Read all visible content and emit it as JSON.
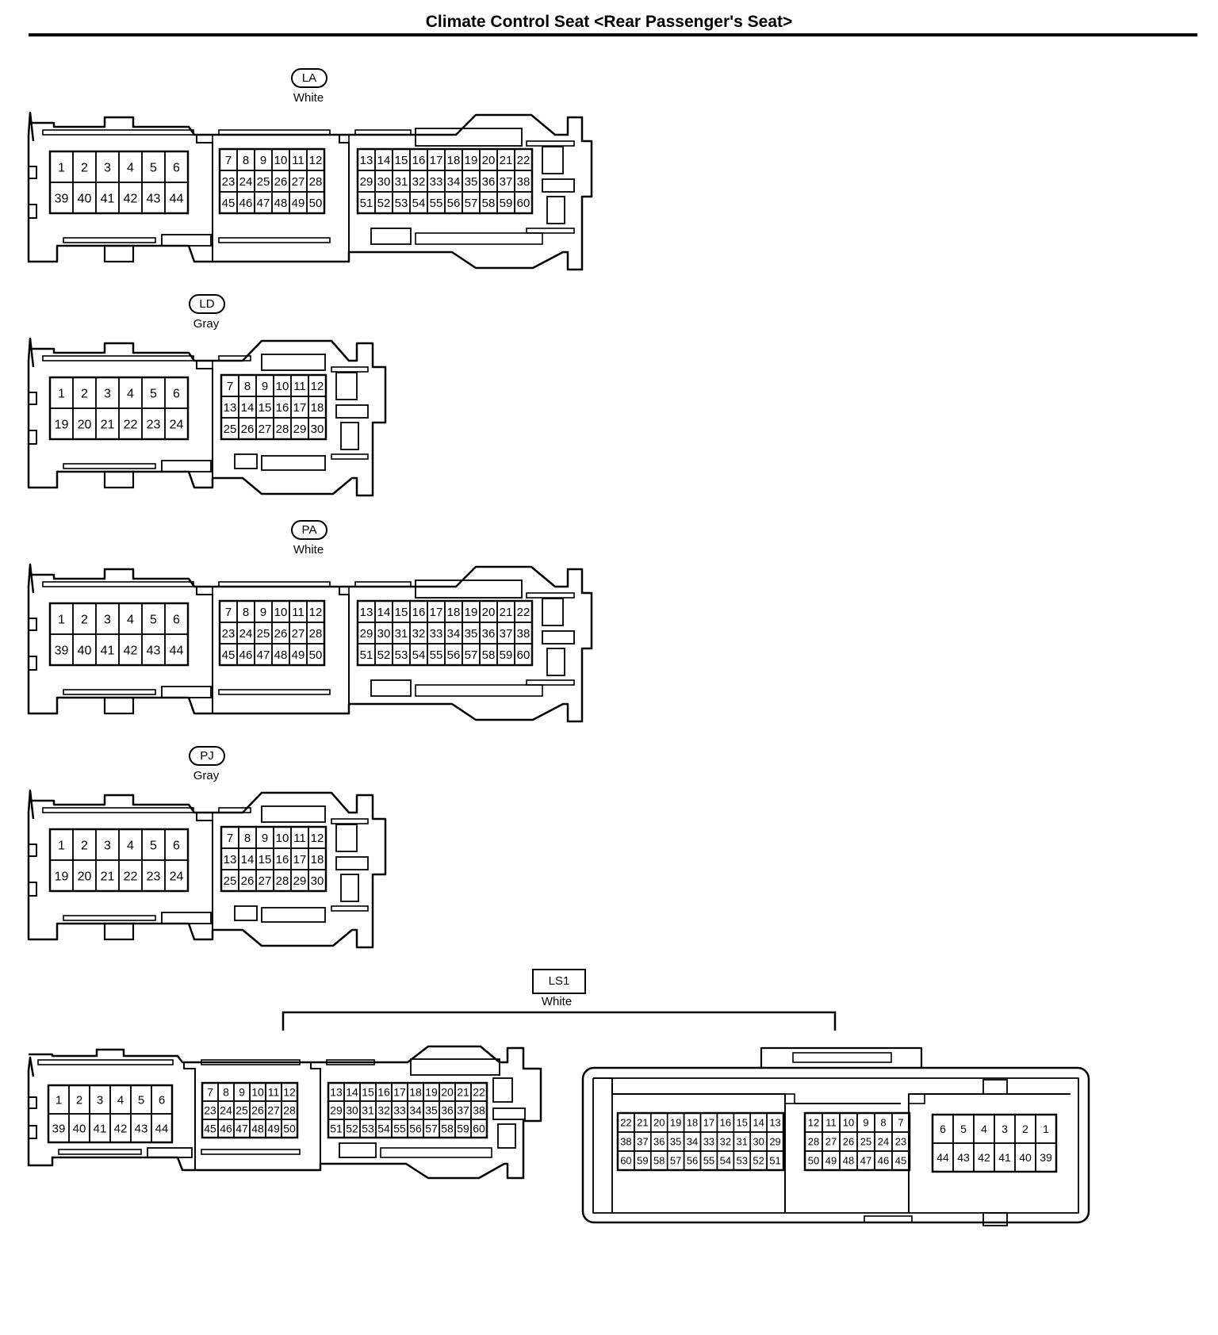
{
  "title": "Climate Control Seat <Rear Passenger's Seat>",
  "connectors": [
    {
      "id": "LA",
      "color": "White"
    },
    {
      "id": "LD",
      "color": "Gray"
    },
    {
      "id": "PA",
      "color": "White"
    },
    {
      "id": "PJ",
      "color": "Gray"
    },
    {
      "id": "LS1",
      "color": "White"
    }
  ],
  "pin_rows": {
    "big": {
      "left": [
        [
          "1",
          "2",
          "3",
          "4",
          "5",
          "6"
        ],
        [
          "39",
          "40",
          "41",
          "42",
          "43",
          "44"
        ]
      ],
      "middle": [
        [
          "7",
          "8",
          "9",
          "10",
          "11",
          "12"
        ],
        [
          "23",
          "24",
          "25",
          "26",
          "27",
          "28"
        ],
        [
          "45",
          "46",
          "47",
          "48",
          "49",
          "50"
        ]
      ],
      "right": [
        [
          "13",
          "14",
          "15",
          "16",
          "17",
          "18",
          "19",
          "20",
          "21",
          "22"
        ],
        [
          "29",
          "30",
          "31",
          "32",
          "33",
          "34",
          "35",
          "36",
          "37",
          "38"
        ],
        [
          "51",
          "52",
          "53",
          "54",
          "55",
          "56",
          "57",
          "58",
          "59",
          "60"
        ]
      ]
    },
    "small": {
      "left": [
        [
          "1",
          "2",
          "3",
          "4",
          "5",
          "6"
        ],
        [
          "19",
          "20",
          "21",
          "22",
          "23",
          "24"
        ]
      ],
      "right": [
        [
          "7",
          "8",
          "9",
          "10",
          "11",
          "12"
        ],
        [
          "13",
          "14",
          "15",
          "16",
          "17",
          "18"
        ],
        [
          "25",
          "26",
          "27",
          "28",
          "29",
          "30"
        ]
      ]
    },
    "mirror": {
      "left": [
        [
          "22",
          "21",
          "20",
          "19",
          "18",
          "17",
          "16",
          "15",
          "14",
          "13"
        ],
        [
          "38",
          "37",
          "36",
          "35",
          "34",
          "33",
          "32",
          "31",
          "30",
          "29"
        ],
        [
          "60",
          "59",
          "58",
          "57",
          "56",
          "55",
          "54",
          "53",
          "52",
          "51"
        ]
      ],
      "middle": [
        [
          "12",
          "11",
          "10",
          "9",
          "8",
          "7"
        ],
        [
          "28",
          "27",
          "26",
          "25",
          "24",
          "23"
        ],
        [
          "50",
          "49",
          "48",
          "47",
          "46",
          "45"
        ]
      ],
      "right": [
        [
          "6",
          "5",
          "4",
          "3",
          "2",
          "1"
        ],
        [
          "44",
          "43",
          "42",
          "41",
          "40",
          "39"
        ]
      ]
    }
  }
}
